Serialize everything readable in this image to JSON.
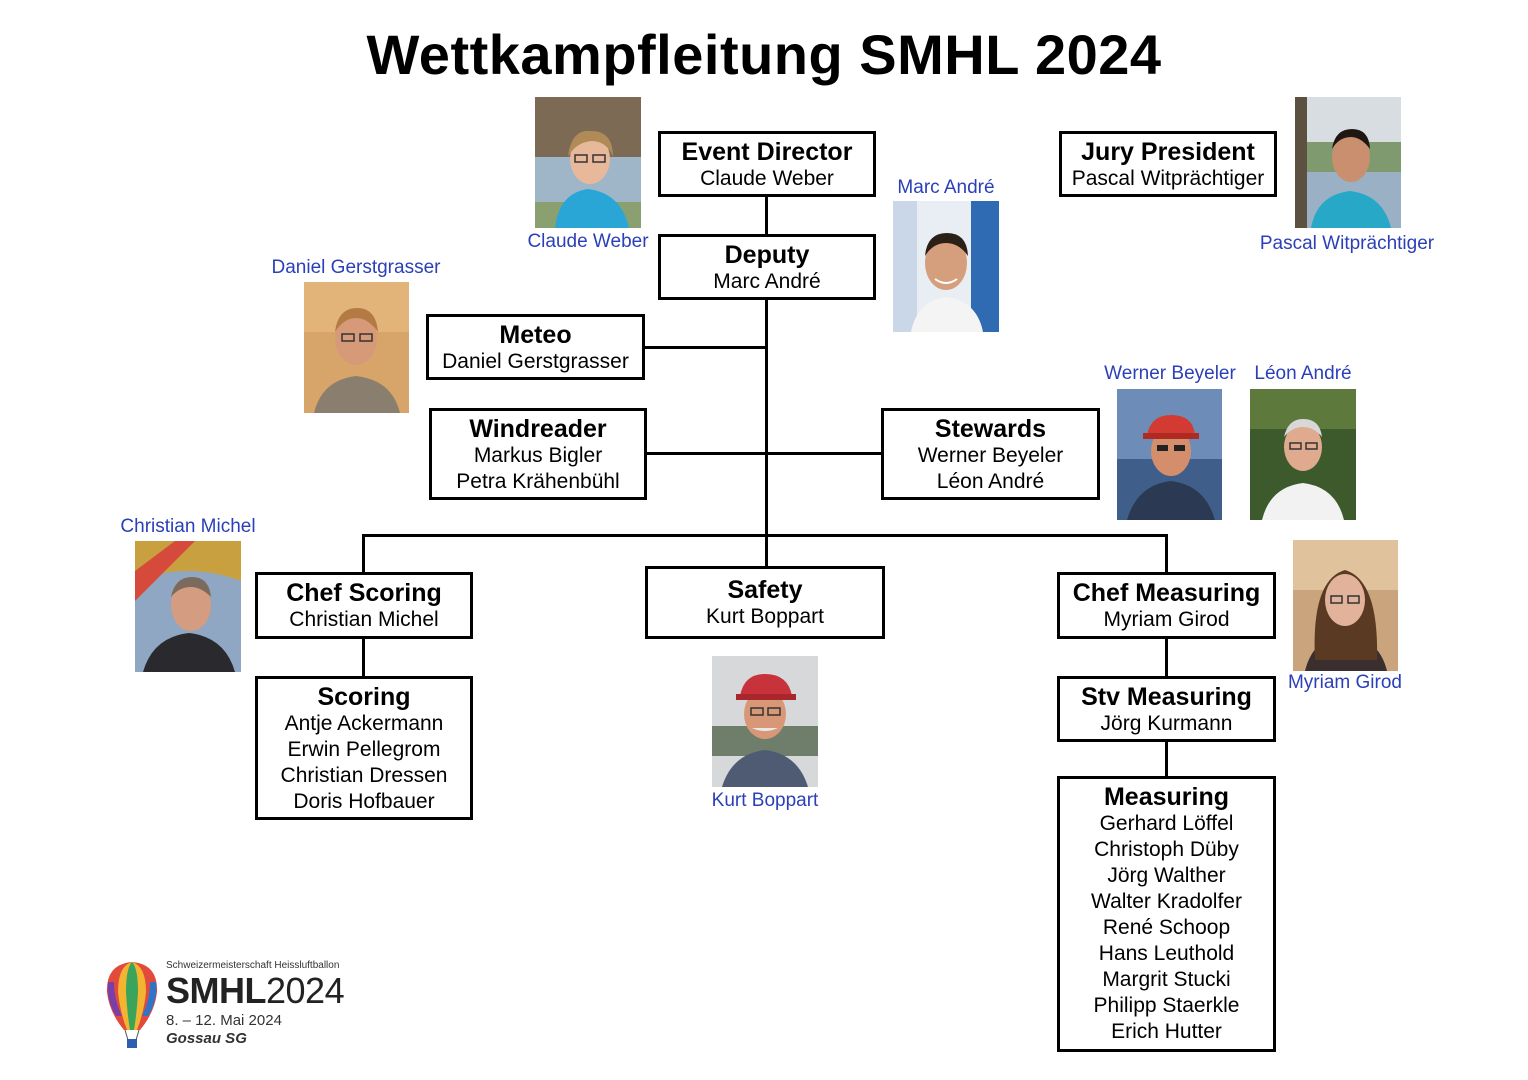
{
  "title": "Wettkampfleitung SMHL 2024",
  "colors": {
    "caption": "#2b3fb8",
    "line": "#000000"
  },
  "boxes": {
    "event_director": {
      "role": "Event Director",
      "people": [
        "Claude Weber"
      ]
    },
    "jury_president": {
      "role": "Jury President",
      "people": [
        "Pascal Witprächtiger"
      ]
    },
    "deputy": {
      "role": "Deputy",
      "people": [
        "Marc André"
      ]
    },
    "meteo": {
      "role": "Meteo",
      "people": [
        "Daniel Gerstgrasser"
      ]
    },
    "windreader": {
      "role": "Windreader",
      "people": [
        "Markus Bigler",
        "Petra Krähenbühl"
      ]
    },
    "stewards": {
      "role": "Stewards",
      "people": [
        "Werner Beyeler",
        "Léon André"
      ]
    },
    "chef_scoring": {
      "role": "Chef Scoring",
      "people": [
        "Christian Michel"
      ]
    },
    "safety": {
      "role": "Safety",
      "people": [
        "Kurt Boppart"
      ]
    },
    "chef_measuring": {
      "role": "Chef Measuring",
      "people": [
        "Myriam Girod"
      ]
    },
    "scoring": {
      "role": "Scoring",
      "people": [
        "Antje Ackermann",
        "Erwin Pellegrom",
        "Christian Dressen",
        "Doris Hofbauer"
      ]
    },
    "stv_measuring": {
      "role": "Stv Measuring",
      "people": [
        "Jörg Kurmann"
      ]
    },
    "measuring": {
      "role": "Measuring",
      "people": [
        "Gerhard Löffel",
        "Christoph Düby",
        "Jörg Walther",
        "Walter Kradolfer",
        "René Schoop",
        "Hans Leuthold",
        "Margrit Stucki",
        "Philipp Staerkle",
        "Erich Hutter"
      ]
    }
  },
  "captions": {
    "claude_weber": "Claude Weber",
    "marc_andre": "Marc André",
    "pascal_witprachtiger": "Pascal Witprächtiger",
    "daniel_gerstgrasser": "Daniel Gerstgrasser",
    "werner_beyeler": "Werner Beyeler",
    "leon_andre": "Léon André",
    "christian_michel": "Christian Michel",
    "myriam_girod": "Myriam Girod",
    "kurt_boppart": "Kurt Boppart"
  },
  "logo": {
    "tagline": "Schweizermeisterschaft Heissluftballon",
    "brand": "SMHL",
    "year": "2024",
    "dates": "8. – 12. Mai 2024",
    "place": "Gossau SG"
  }
}
